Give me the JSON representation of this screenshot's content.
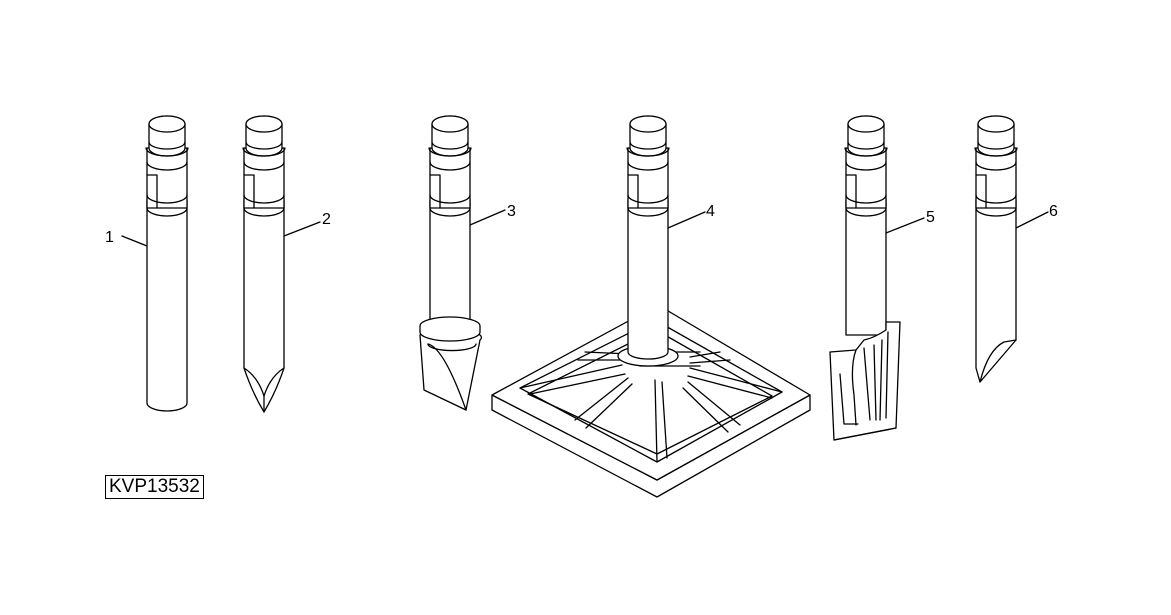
{
  "figure_code": "KVP13532",
  "callouts": [
    "1",
    "2",
    "3",
    "4",
    "5",
    "6"
  ],
  "colors": {
    "line": "#000000",
    "background": "#ffffff"
  }
}
